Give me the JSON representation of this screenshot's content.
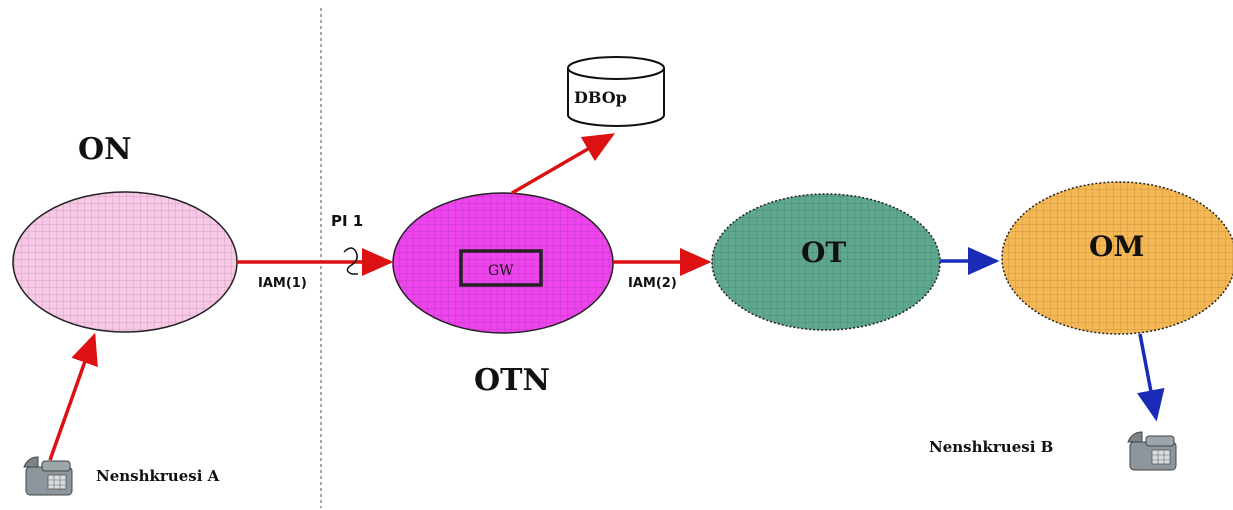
{
  "nodes": {
    "on": {
      "label": "ON",
      "color": "#f8c8e6"
    },
    "otn": {
      "label": "OTN",
      "color": "#ee44ee"
    },
    "ot": {
      "label": "OT",
      "color": "#5fa890"
    },
    "om": {
      "label": "OM",
      "color": "#f6b854"
    }
  },
  "gateway": {
    "label": "GW"
  },
  "database": {
    "label": "DBOp"
  },
  "links": {
    "iam1": "IAM(1)",
    "iam2": "IAM(2)",
    "pi": "PI 1"
  },
  "subscribers": {
    "a": "Nenshkruesi A",
    "b": "Nenshkruesi B"
  },
  "colors": {
    "red_arrow": "#dd1111",
    "blue_arrow": "#1a2bb8",
    "divider": "#888888"
  },
  "icons": [
    "telephone-icon",
    "database-icon"
  ]
}
